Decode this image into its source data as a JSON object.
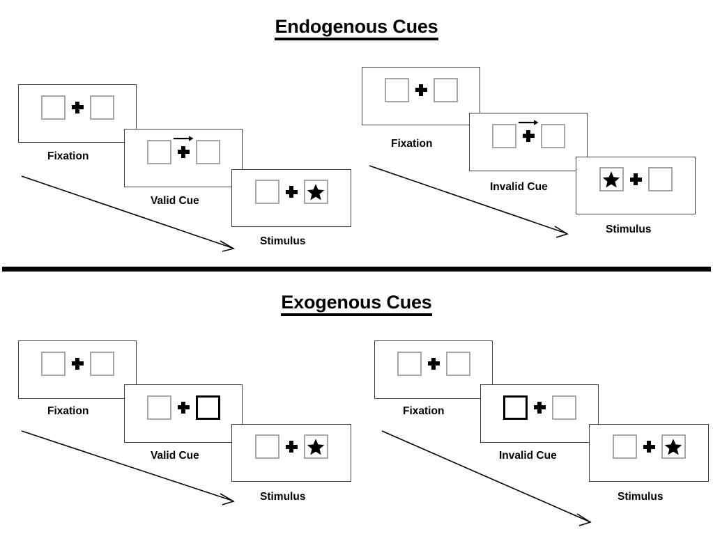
{
  "figure": {
    "type": "diagram",
    "subject": "spatial attention cueing paradigm (Posner-style)",
    "background_color": "#ffffff",
    "line_color": "#3f3f3f",
    "box_color": "#a6a6a6",
    "highlight_color": "#000000"
  },
  "sections": [
    {
      "id": "endogenous",
      "title": "Endogenous Cues",
      "cue_type": "central arrow",
      "conditions": [
        {
          "id": "endogenous-valid",
          "cue_label": "Valid Cue",
          "frames": [
            {
              "label": "Fixation",
              "left_box": "empty",
              "right_box": "empty",
              "center": "fixation-cross",
              "arrow": "none"
            },
            {
              "label": "Valid Cue",
              "left_box": "empty",
              "right_box": "empty",
              "center": "fixation-cross",
              "arrow": "right"
            },
            {
              "label": "Stimulus",
              "left_box": "empty",
              "right_box": "star",
              "center": "fixation-cross",
              "arrow": "none"
            }
          ]
        },
        {
          "id": "endogenous-invalid",
          "cue_label": "Invalid Cue",
          "frames": [
            {
              "label": "Fixation",
              "left_box": "empty",
              "right_box": "empty",
              "center": "fixation-cross",
              "arrow": "none"
            },
            {
              "label": "Invalid Cue",
              "left_box": "empty",
              "right_box": "empty",
              "center": "fixation-cross",
              "arrow": "right"
            },
            {
              "label": "Stimulus",
              "left_box": "star",
              "right_box": "empty",
              "center": "fixation-cross",
              "arrow": "none"
            }
          ]
        }
      ]
    },
    {
      "id": "exogenous",
      "title": "Exogenous Cues",
      "cue_type": "peripheral box flash",
      "conditions": [
        {
          "id": "exogenous-valid",
          "cue_label": "Valid Cue",
          "frames": [
            {
              "label": "Fixation",
              "left_box": "empty",
              "right_box": "empty",
              "center": "fixation-cross",
              "arrow": "none"
            },
            {
              "label": "Valid Cue",
              "left_box": "empty",
              "right_box": "highlight",
              "center": "fixation-cross",
              "arrow": "none"
            },
            {
              "label": "Stimulus",
              "left_box": "empty",
              "right_box": "star",
              "center": "fixation-cross",
              "arrow": "none"
            }
          ]
        },
        {
          "id": "exogenous-invalid",
          "cue_label": "Invalid Cue",
          "frames": [
            {
              "label": "Fixation",
              "left_box": "empty",
              "right_box": "empty",
              "center": "fixation-cross",
              "arrow": "none"
            },
            {
              "label": "Invalid Cue",
              "left_box": "highlight",
              "right_box": "empty",
              "center": "fixation-cross",
              "arrow": "none"
            },
            {
              "label": "Stimulus",
              "left_box": "empty",
              "right_box": "star",
              "center": "fixation-cross",
              "arrow": "none"
            }
          ]
        }
      ]
    }
  ]
}
